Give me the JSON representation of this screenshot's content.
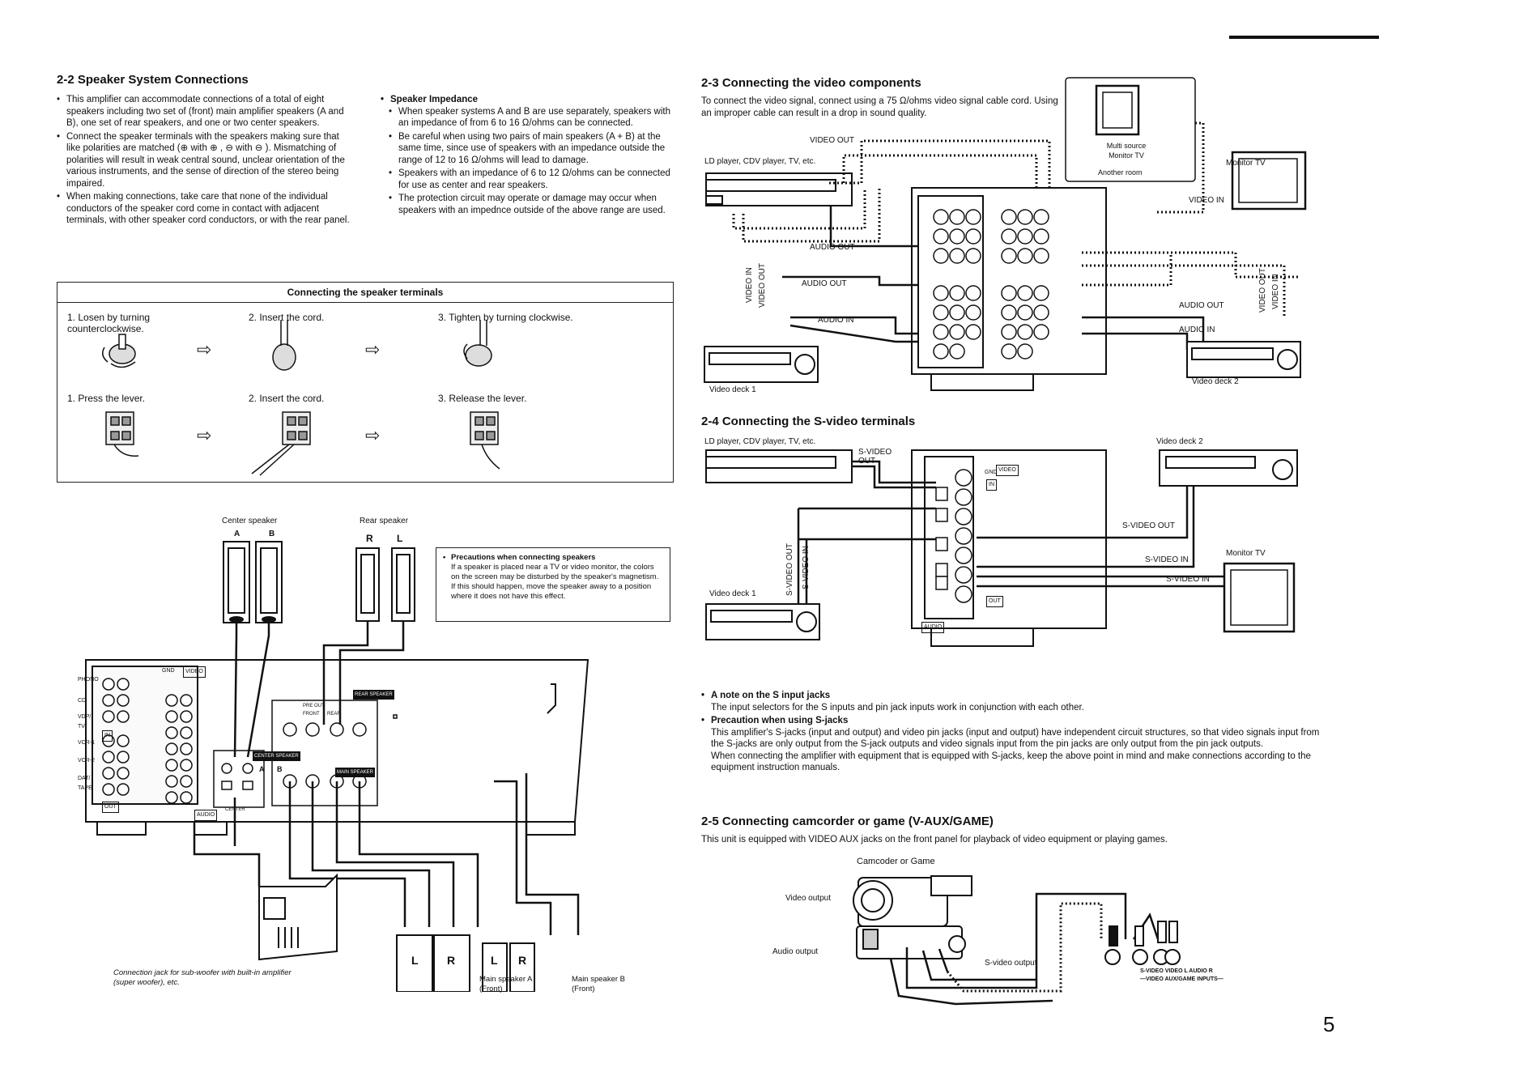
{
  "page_number": "5",
  "left": {
    "heading": "2-2 Speaker System Connections",
    "bullets": [
      "This amplifier can accommodate connections of a total of eight speakers including two set of (front) main amplifier speakers (A and B), one set of rear speakers, and one or two center speakers.",
      "Connect the speaker terminals with the speakers making sure that like polarities are matched (⊕ with ⊕ , ⊖ with ⊖ ). Mismatching of polarities will result in weak central sound, unclear orientation of the various instruments, and the sense of direction of the stereo being impaired.",
      "When making connections, take care that none of the individual conductors of the speaker cord come in contact with adjacent terminals, with other speaker cord conductors, or with the rear panel."
    ],
    "impedance": {
      "title": "Speaker Impedance",
      "bullets": [
        "When speaker systems A and B are use separately, speakers with an impedance of from 6 to 16 Ω/ohms can be connected.",
        "Be careful when using two pairs of main speakers (A + B) at the same time, since use of speakers with an impedance outside the range of 12 to 16 Ω/ohms will lead to damage.",
        "Speakers with an impedance of 6 to 12 Ω/ohms can be connected for use as center and rear speakers.",
        "The protection circuit may operate or damage may occur when speakers with an impednce outside of the above range are used."
      ]
    },
    "terminal_box": {
      "title": "Connecting the speaker terminals",
      "row1": [
        "1. Losen by turning counterclockwise.",
        "2. Insert the cord.",
        "3. Tighten by turning clockwise."
      ],
      "row2": [
        "1. Press the lever.",
        "2. Insert the cord.",
        "3. Release the lever."
      ],
      "arrow": "⇨"
    },
    "diagram": {
      "center_speaker": "Center speaker",
      "center_a": "A",
      "center_b": "B",
      "rear_speaker": "Rear speaker",
      "rear_r": "R",
      "rear_l": "L",
      "precautions_title": "Precautions when connecting speakers",
      "precautions_body": "If a speaker is placed near a TV or video monitor, the colors on the screen may be disturbed by the speaker's magnetism. If this should happen, move the speaker away to a position where it does not have this effect.",
      "subwoofer_note": "Connection jack for sub-woofer with built-in amplifier (super woofer), etc.",
      "main_a_l": "L",
      "main_a_r": "R",
      "main_b_l": "L",
      "main_b_r": "R",
      "main_a_caption": "Main speaker A (Front)",
      "main_b_caption": "Main speaker B (Front)",
      "panel_labels": {
        "phono": "PHONO",
        "cd": "CD",
        "vdp_tv": "VDP/ TV",
        "vcr1": "VCR-1",
        "vcr2": "VCR-2",
        "dat_tape": "DAT/ TAPE",
        "out": "OUT",
        "in": "IN",
        "audio": "AUDIO",
        "video": "VIDEO",
        "gnd": "GND",
        "center_speaker": "CENTER SPEAKER",
        "rear_speaker": "REAR SPEAKER",
        "main_speaker": "MAIN SPEAKER",
        "pre_out": "PRE OUT",
        "front": "FRONT",
        "rear": "REAR",
        "center": "CENTER",
        "a": "A",
        "b": "B"
      }
    }
  },
  "right": {
    "video": {
      "heading": "2-3 Connecting the video components",
      "body": "To connect the video signal, connect using a 75 Ω/ohms video signal cable cord. Using an improper cable can result in a drop in sound quality.",
      "labels": {
        "video_out": "VIDEO OUT",
        "ld_player": "LD player, CDV player, TV, etc.",
        "multi_source": "Multi source Monitor TV",
        "another_room": "Another room",
        "monitor_tv": "Monitor TV",
        "video_in": "VIDEO IN",
        "audio_out": "AUDIO OUT",
        "audio_out2": "AUDIO OUT",
        "audio_in": "AUDIO IN",
        "vert_video_in": "VIDEO IN",
        "vert_video_out": "VIDEO OUT",
        "audio_out_r": "AUDIO OUT",
        "audio_in_r": "AUDIO IN",
        "vert_out_r": "VIDEO OUT",
        "vert_in_r": "VIDEO IN",
        "video_deck_1": "Video deck 1",
        "video_deck_2": "Video deck 2"
      }
    },
    "svideo": {
      "heading": "2-4 Connecting the S-video terminals",
      "labels": {
        "ld_player": "LD player, CDV player, TV, etc.",
        "svideo_out": "S-VIDEO OUT",
        "video_deck_2": "Video deck 2",
        "svideo_out2": "S-VIDEO OUT",
        "svideo_in": "S-VIDEO IN",
        "svideo_in2": "S-VIDEO IN",
        "monitor_tv": "Monitor TV",
        "video_deck_1": "Video deck 1",
        "vert_out": "S-VIDEO OUT",
        "vert_in": "S-VIDEO IN",
        "audio": "AUDIO",
        "video": "VIDEO",
        "gnd": "GND",
        "out": "OUT",
        "in": "IN"
      }
    },
    "notes": {
      "note1_title": "A note on the S input jacks",
      "note1_body": "The input selectors for the S inputs and pin jack inputs work in conjunction with each other.",
      "note2_title": "Precaution when using S-jacks",
      "note2_body": "This amplifier's S-jacks (input and output) and video pin jacks (input and output) have independent circuit structures, so that video signals input from the S-jacks are only output from the S-jack outputs and video signals input from the pin jacks are only output from the pin jack outputs.",
      "note2_body2": "When connecting the amplifier with equipment that is equipped with S-jacks, keep the above point in mind and make connections according to the equipment instruction manuals."
    },
    "camcorder": {
      "heading": "2-5 Connecting camcorder or game (V-AUX/GAME)",
      "body": "This unit is equipped with VIDEO AUX jacks on the front panel for playback of video equipment or playing games.",
      "labels": {
        "camcorder": "Camcoder or Game",
        "video_output": "Video output",
        "audio_output": "Audio output",
        "svideo_output": "S-video output",
        "jacks": "S-VIDEO VIDEO L AUDIO R",
        "inputs": "—VIDEO AUX/GAME INPUTS—"
      }
    }
  }
}
